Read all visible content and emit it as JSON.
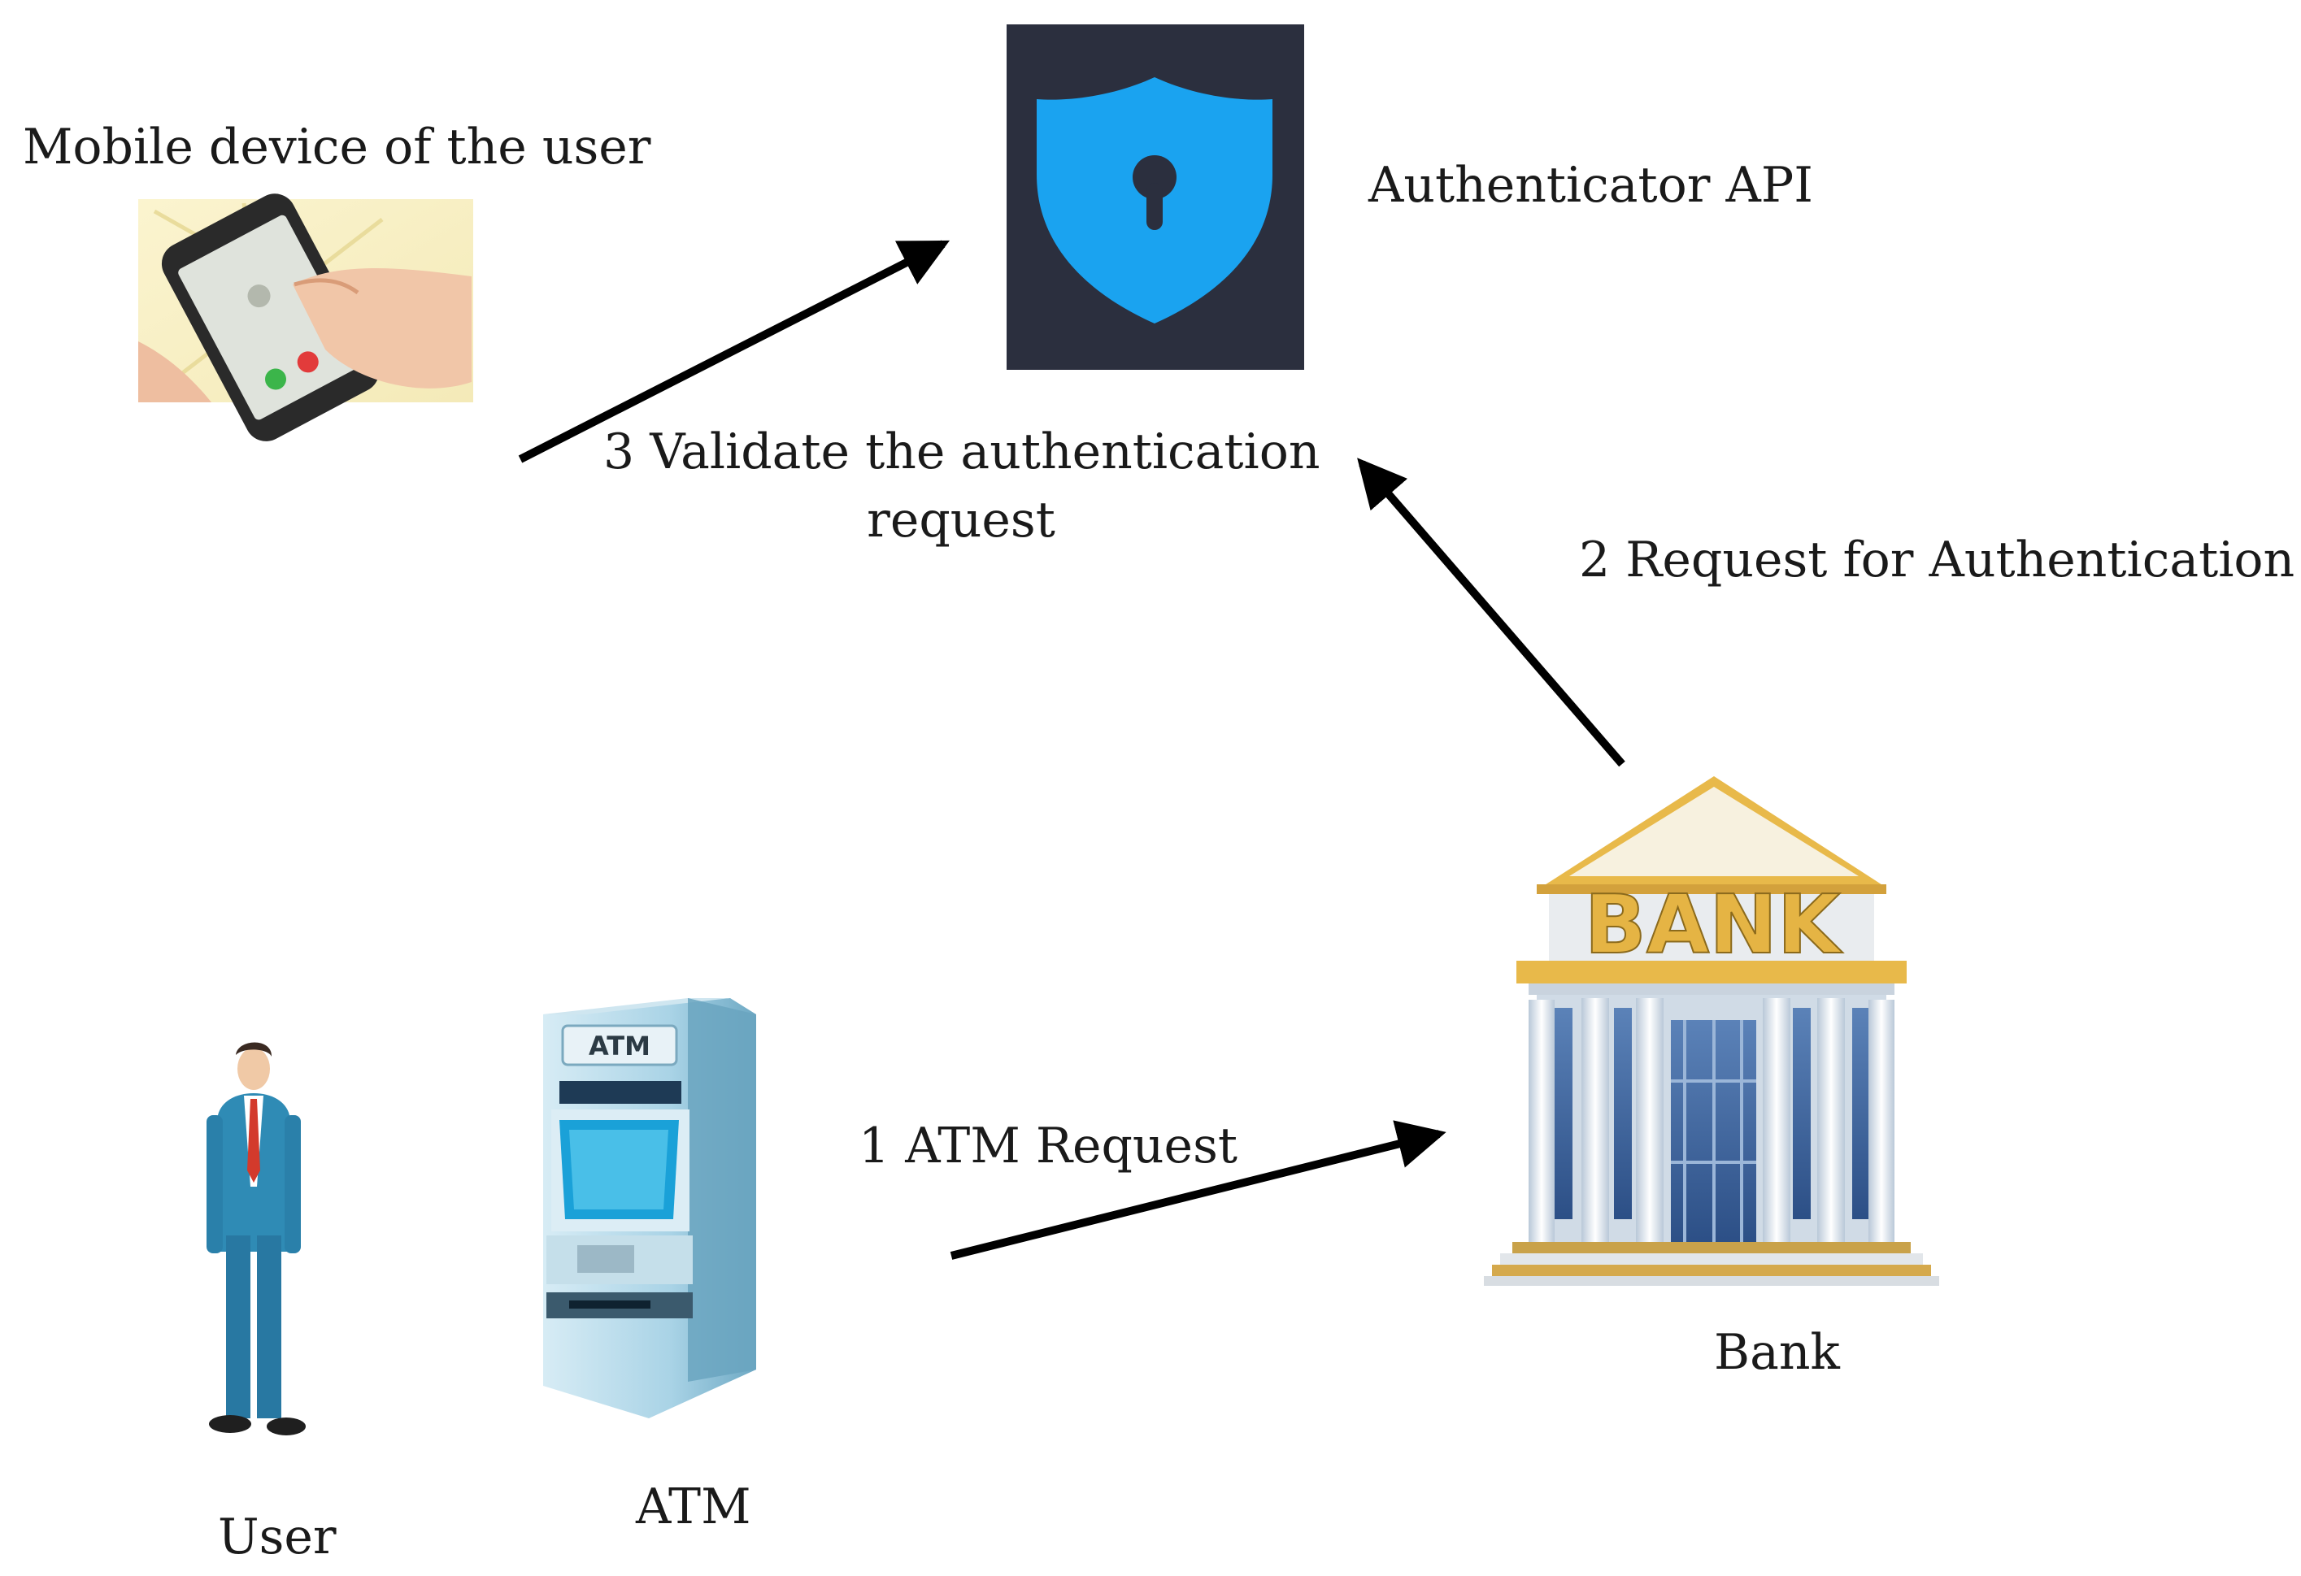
{
  "nodes": {
    "mobile": {
      "label": "Mobile device of the user",
      "icon": "mobile-phone-icon"
    },
    "authenticator": {
      "label": "Authenticator API",
      "icon": "shield-lock-icon"
    },
    "bank": {
      "label": "Bank",
      "sign": "BANK",
      "icon": "bank-building-icon"
    },
    "user": {
      "label": "User",
      "icon": "businessman-icon"
    },
    "atm": {
      "label": "ATM",
      "sign": "ATM",
      "icon": "atm-machine-icon"
    }
  },
  "steps": {
    "step1": "1 ATM Request",
    "step2": "2 Request for Authentication",
    "step3_line1": "3 Validate the authentication",
    "step3_line2": "request"
  },
  "colors": {
    "arrow": "#000000",
    "shield": "#1aa3f0",
    "shield_panel": "#2b2f3e",
    "bank_gold": "#e8b94a",
    "bank_column": "#e6eef6",
    "atm_body": "#9ccbe0"
  }
}
